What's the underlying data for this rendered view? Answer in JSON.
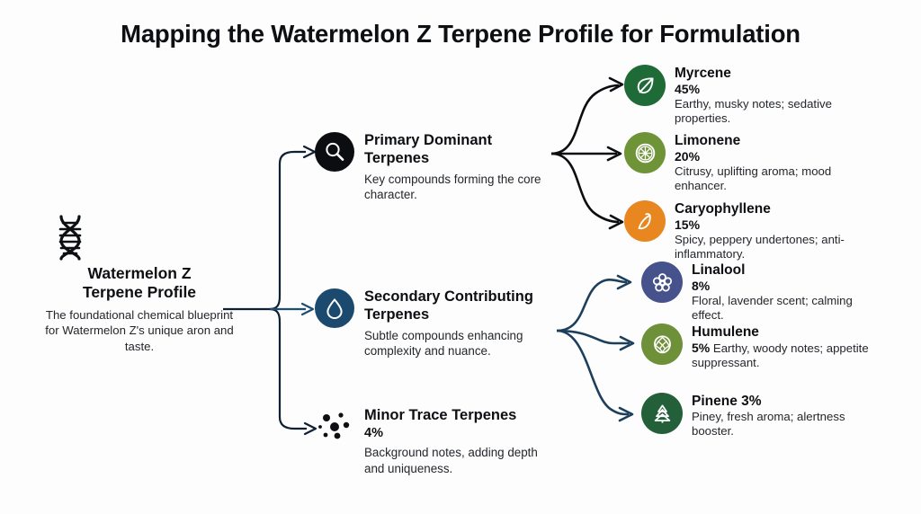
{
  "title": "Mapping the Watermelon Z Terpene Profile for Formulation",
  "root": {
    "icon": "dna-helix-icon",
    "title_line1": "Watermelon Z",
    "title_line2": "Terpene Profile",
    "description": "The foundational chemical blueprint for Watermelon Z's unique aron and taste."
  },
  "branches": [
    {
      "id": "primary",
      "icon": "magnifying-glass-icon",
      "badge_color": "#0b0d10",
      "title": "Primary Dominant Terpenes",
      "percent": "",
      "description": "Key compounds forming the core character."
    },
    {
      "id": "secondary",
      "icon": "water-droplet-icon",
      "badge_color": "#1c4a6e",
      "title": "Secondary Contributing Terpenes",
      "percent": "",
      "description": "Subtle compounds enhancing complexity and nuance."
    },
    {
      "id": "minor",
      "icon": "molecule-dots-icon",
      "badge_color": "transparent",
      "title": "Minor Trace Terpenes",
      "percent": "4%",
      "description": "Background notes, adding depth and uniqueness."
    }
  ],
  "terpenes": [
    {
      "id": "myrcene",
      "group": "primary",
      "icon": "leaf-icon",
      "badge_color": "#1e6b38",
      "name": "Myrcene",
      "percent": "45%",
      "percent_inline": false,
      "description": "Earthy, musky notes; sedative properties."
    },
    {
      "id": "limonene",
      "group": "primary",
      "icon": "citrus-slice-icon",
      "badge_color": "#6f9438",
      "name": "Limonene",
      "percent": "20%",
      "percent_inline": false,
      "description": "Citrusy, uplifting aroma; mood enhancer."
    },
    {
      "id": "caryophyllene",
      "group": "primary",
      "icon": "chili-pepper-icon",
      "badge_color": "#e8861f",
      "name": "Caryophyllene",
      "percent": "15%",
      "percent_inline": false,
      "description": "Spicy, peppery undertones; anti-inflammatory."
    },
    {
      "id": "linalool",
      "group": "secondary",
      "icon": "flower-icon",
      "badge_color": "#46528c",
      "name": "Linalool",
      "percent": "8%",
      "percent_inline": false,
      "description": "Floral, lavender scent; calming effect."
    },
    {
      "id": "humulene",
      "group": "secondary",
      "icon": "hop-cone-icon",
      "badge_color": "#6d9038",
      "name": "Humulene",
      "percent": "5%",
      "percent_inline": true,
      "description": "Earthy, woody notes; appetite suppressant."
    },
    {
      "id": "pinene",
      "group": "secondary",
      "icon": "pine-tree-icon",
      "badge_color": "#23603a",
      "name": "Pinene 3%",
      "percent": "",
      "percent_inline": false,
      "description": "Piney, fresh aroma; alertness booster."
    }
  ],
  "connectors": {
    "trunk_color": "#101f33",
    "secondary_color": "#1d4e70",
    "primary_fan_color": "#0b0d10"
  }
}
